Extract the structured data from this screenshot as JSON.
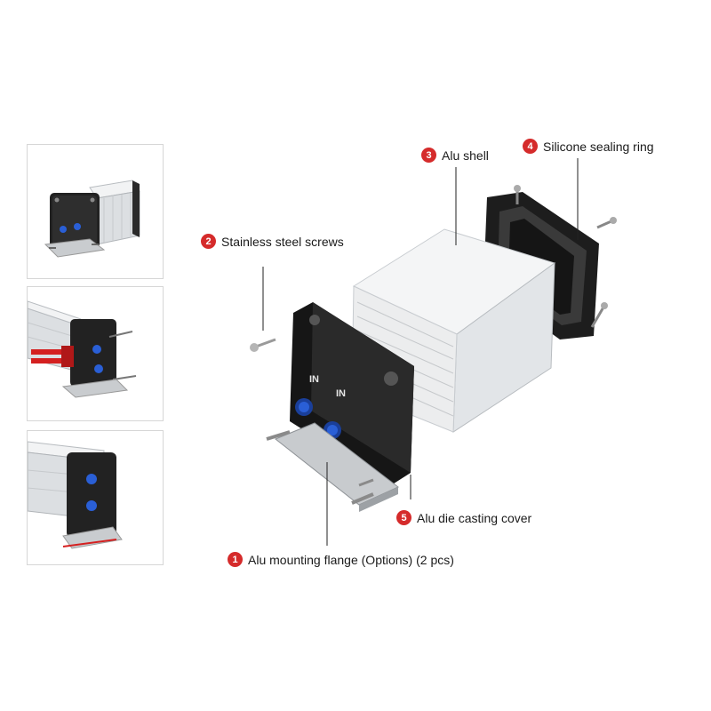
{
  "callouts": [
    {
      "number": "1",
      "label": "Alu mounting flange (Options) (2 pcs)"
    },
    {
      "number": "2",
      "label": "Stainless steel screws"
    },
    {
      "number": "3",
      "label": "Alu shell"
    },
    {
      "number": "4",
      "label": "Silicone sealing ring"
    },
    {
      "number": "5",
      "label": "Alu die casting cover"
    }
  ],
  "cover_text": {
    "in_a": "IN",
    "in_b": "IN"
  },
  "colors": {
    "badge": "#d52b2b",
    "shell": "#e9ecef",
    "cover": "#1f1f1f",
    "connector": "#2a5fd6",
    "accent_red": "#d42020"
  },
  "thumbnails": [
    {
      "name": "front-assembled-view"
    },
    {
      "name": "side-view-with-red-wires"
    },
    {
      "name": "front-angle-view"
    }
  ]
}
